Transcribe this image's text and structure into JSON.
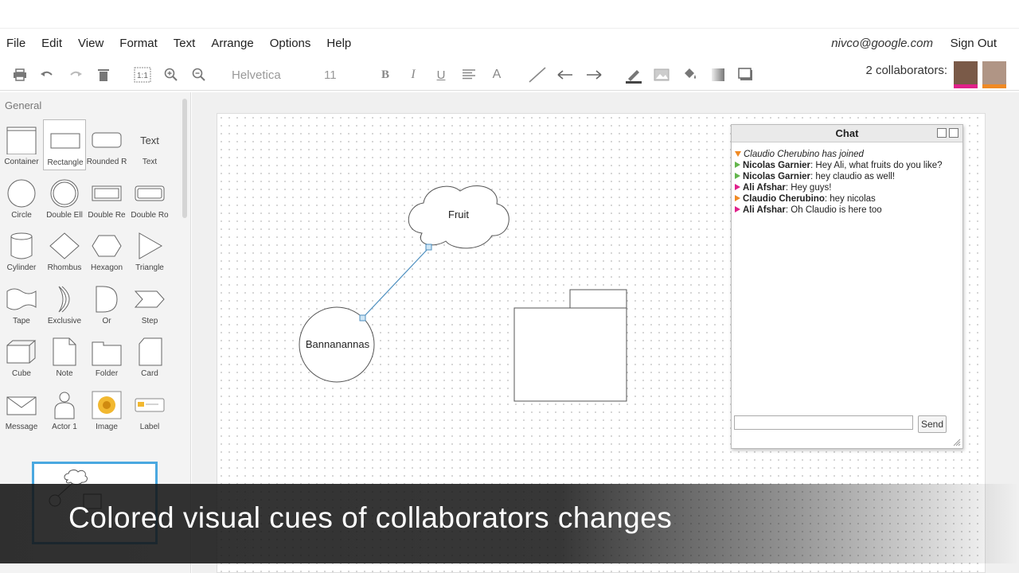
{
  "menu": {
    "items": [
      "File",
      "Edit",
      "View",
      "Format",
      "Text",
      "Arrange",
      "Options",
      "Help"
    ],
    "user_email": "nivco@google.com",
    "sign_out": "Sign Out"
  },
  "toolbar": {
    "font_name": "Helvetica",
    "font_size": "11",
    "collaborators": "2 collaborators:",
    "collaborator_colors": [
      "#e0208a",
      "#f08a24"
    ]
  },
  "sidebar": {
    "title": "General",
    "shapes": [
      "Container",
      "Rectangle",
      "Rounded R",
      "Text",
      "Circle",
      "Double Ell",
      "Double Re",
      "Double Ro",
      "Cylinder",
      "Rhombus",
      "Hexagon",
      "Triangle",
      "Tape",
      "Exclusive",
      "Or",
      "Step",
      "Cube",
      "Note",
      "Folder",
      "Card",
      "Message",
      "Actor 1",
      "Image",
      "Label"
    ],
    "text_shape_preview": "Text"
  },
  "diagram": {
    "cloud_label": "Fruit",
    "circle_label": "Bannanannas"
  },
  "chat": {
    "title": "Chat",
    "messages": [
      {
        "who": "Claudio Cherubino",
        "text": "has joined",
        "color": "#f08a24",
        "system": true
      },
      {
        "who": "Nicolas Garnier",
        "text": ": Hey Ali, what fruits do you like?",
        "color": "#63b54c"
      },
      {
        "who": "Nicolas Garnier",
        "text": ": hey claudio as well!",
        "color": "#63b54c"
      },
      {
        "who": "Ali Afshar",
        "text": ": Hey guys!",
        "color": "#e0208a"
      },
      {
        "who": "Claudio Cherubino",
        "text": ": hey nicolas",
        "color": "#f08a24"
      },
      {
        "who": "Ali Afshar",
        "text": ": Oh Claudio is here too",
        "color": "#e0208a"
      }
    ],
    "send_label": "Send"
  },
  "caption": "Colored visual cues of collaborators changes"
}
